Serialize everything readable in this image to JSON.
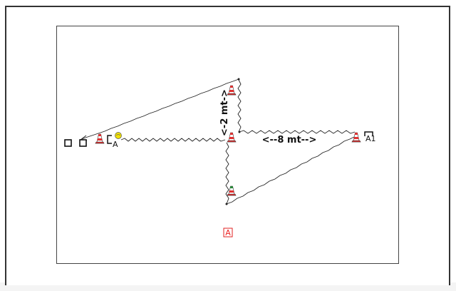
{
  "labels": {
    "vertical_distance": "<-2 mt->",
    "horizontal_distance": "<--8 mt-->",
    "start_marker": "A",
    "end_marker": "A1",
    "center_marker": "A"
  },
  "colors": {
    "cone_red": "#e03030",
    "cone_green": "#2a8a3a",
    "ball_yellow": "#f2e200",
    "path": "#222222",
    "red_marker": "#e22222"
  }
}
